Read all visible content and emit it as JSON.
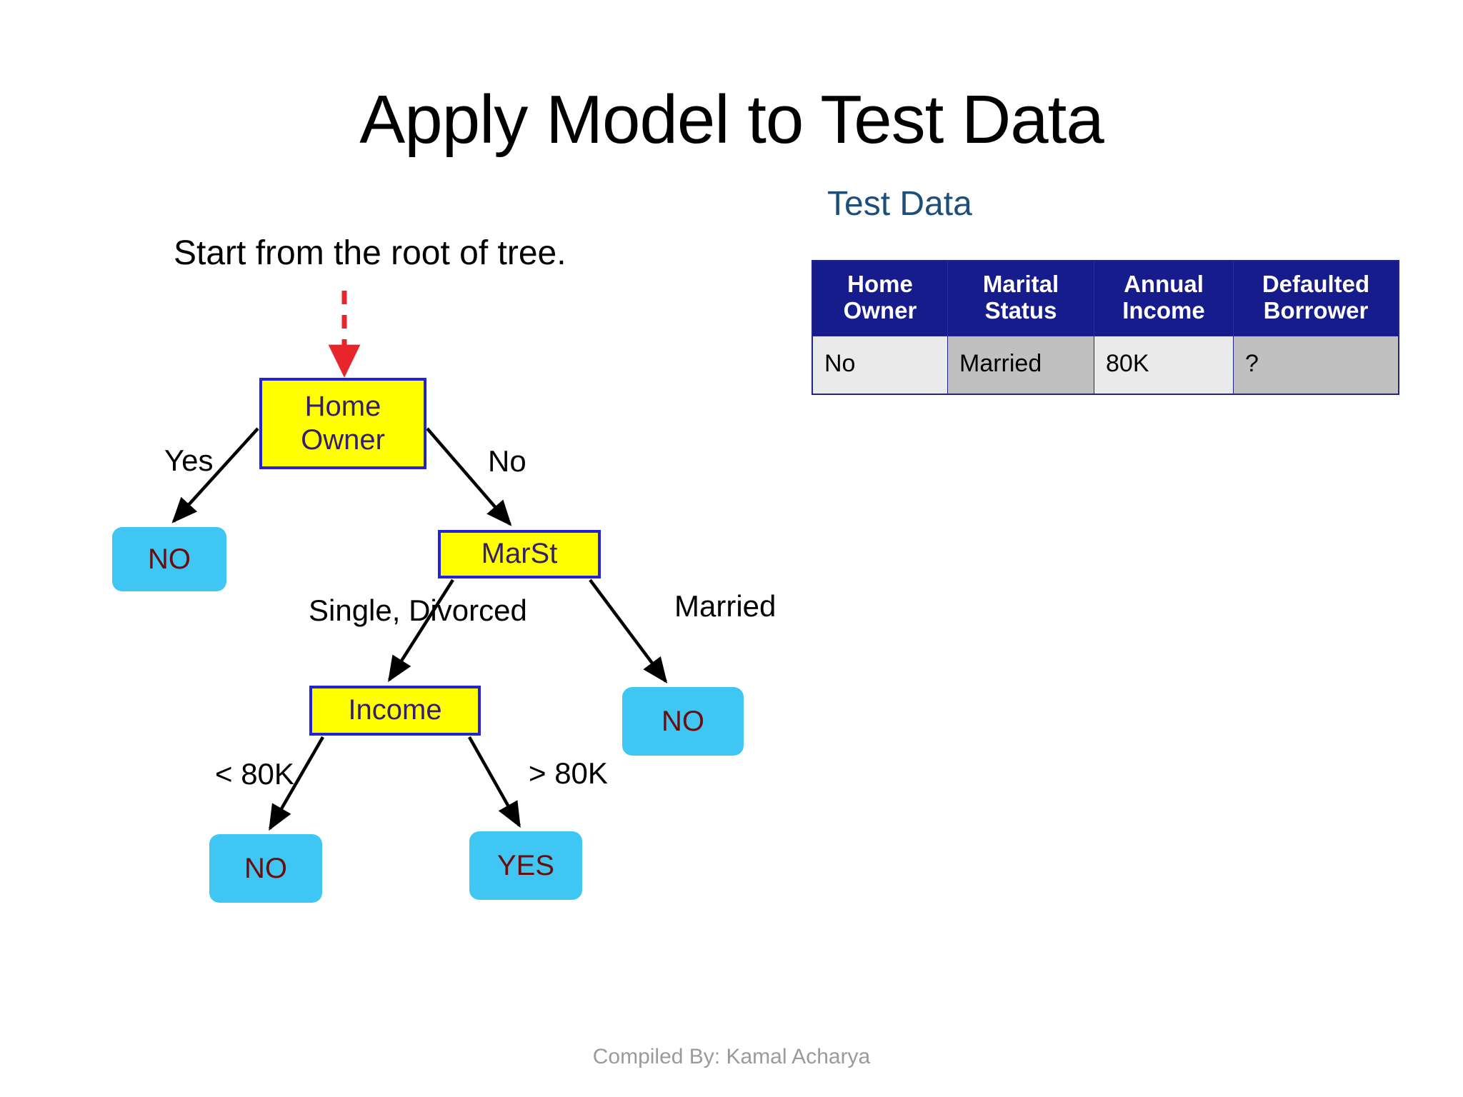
{
  "slide": {
    "title": "Apply Model to Test Data",
    "caption": "Start from the root of tree.",
    "footer": "Compiled By: Kamal Acharya"
  },
  "test_data": {
    "heading": "Test Data",
    "columns": [
      {
        "line1": "Home",
        "line2": "Owner"
      },
      {
        "line1": "Marital",
        "line2": "Status"
      },
      {
        "line1": "Annual",
        "line2": "Income"
      },
      {
        "line1": "Defaulted",
        "line2": "Borrower"
      }
    ],
    "rows": [
      [
        "No",
        "Married",
        "80K",
        "?"
      ]
    ]
  },
  "tree": {
    "nodes": {
      "root": {
        "label_line1": "Home",
        "label_line2": "Owner"
      },
      "marst": {
        "label": "MarSt"
      },
      "income": {
        "label": "Income"
      },
      "leaf_no_1": {
        "label": "NO"
      },
      "leaf_no_2": {
        "label": "NO"
      },
      "leaf_no_3": {
        "label": "NO"
      },
      "leaf_yes": {
        "label": "YES"
      }
    },
    "edge_labels": {
      "root_yes": "Yes",
      "root_no": "No",
      "marst_left": "Single, Divorced",
      "marst_right": "Married",
      "income_left": "< 80K",
      "income_right": "> 80K"
    }
  },
  "colors": {
    "decision_fill": "#FFFF00",
    "decision_border": "#2323CF",
    "decision_text": "#331F6B",
    "leaf_fill": "#3FC6F2",
    "leaf_text": "#6B0D0D",
    "table_header_bg": "#161C8C",
    "table_cell_light": "#EAEAEA",
    "table_cell_dark": "#C0C0C0",
    "heading_blue": "#1F4E79",
    "pointer_red": "#E8252A",
    "footer_gray": "#9A9A9A"
  }
}
